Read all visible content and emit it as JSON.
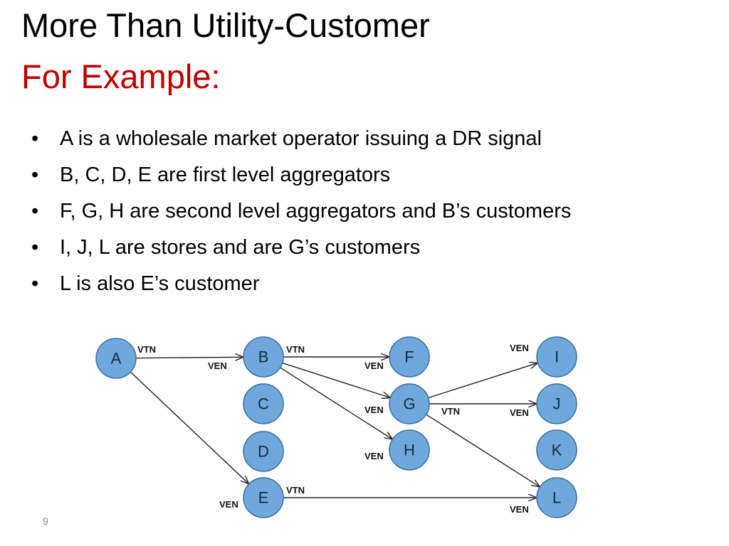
{
  "slide": {
    "title": "More Than Utility-Customer",
    "subtitle": "For Example:",
    "bullets": [
      "A is a wholesale market operator issuing a DR signal",
      "B, C, D, E are first level aggregators",
      "F, G, H are second level aggregators and B’s customers",
      "I, J, L are stores and are G’s customers",
      "L is also E’s customer"
    ],
    "page_number": "9"
  },
  "colors": {
    "title": "#000000",
    "subtitle": "#c00000",
    "node_fill": "#6fa8dc",
    "node_stroke": "#3d6f9e"
  },
  "diagram": {
    "nodes": [
      {
        "id": "A",
        "label": "A"
      },
      {
        "id": "B",
        "label": "B"
      },
      {
        "id": "C",
        "label": "C"
      },
      {
        "id": "D",
        "label": "D"
      },
      {
        "id": "E",
        "label": "E"
      },
      {
        "id": "F",
        "label": "F"
      },
      {
        "id": "G",
        "label": "G"
      },
      {
        "id": "H",
        "label": "H"
      },
      {
        "id": "I",
        "label": "I"
      },
      {
        "id": "J",
        "label": "J"
      },
      {
        "id": "K",
        "label": "K"
      },
      {
        "id": "L",
        "label": "L"
      }
    ],
    "edges": [
      {
        "from": "A",
        "to": "B",
        "source_label": "VTN",
        "target_label": "VEN"
      },
      {
        "from": "A",
        "to": "E",
        "source_label": "",
        "target_label": "VEN"
      },
      {
        "from": "B",
        "to": "F",
        "source_label": "VTN",
        "target_label": "VEN"
      },
      {
        "from": "B",
        "to": "G",
        "source_label": "",
        "target_label": "VEN"
      },
      {
        "from": "B",
        "to": "H",
        "source_label": "",
        "target_label": "VEN"
      },
      {
        "from": "G",
        "to": "I",
        "source_label": "",
        "target_label": "VEN"
      },
      {
        "from": "G",
        "to": "J",
        "source_label": "VTN",
        "target_label": "VEN"
      },
      {
        "from": "G",
        "to": "L",
        "source_label": "",
        "target_label": ""
      },
      {
        "from": "E",
        "to": "L",
        "source_label": "VTN",
        "target_label": "VEN"
      }
    ]
  }
}
